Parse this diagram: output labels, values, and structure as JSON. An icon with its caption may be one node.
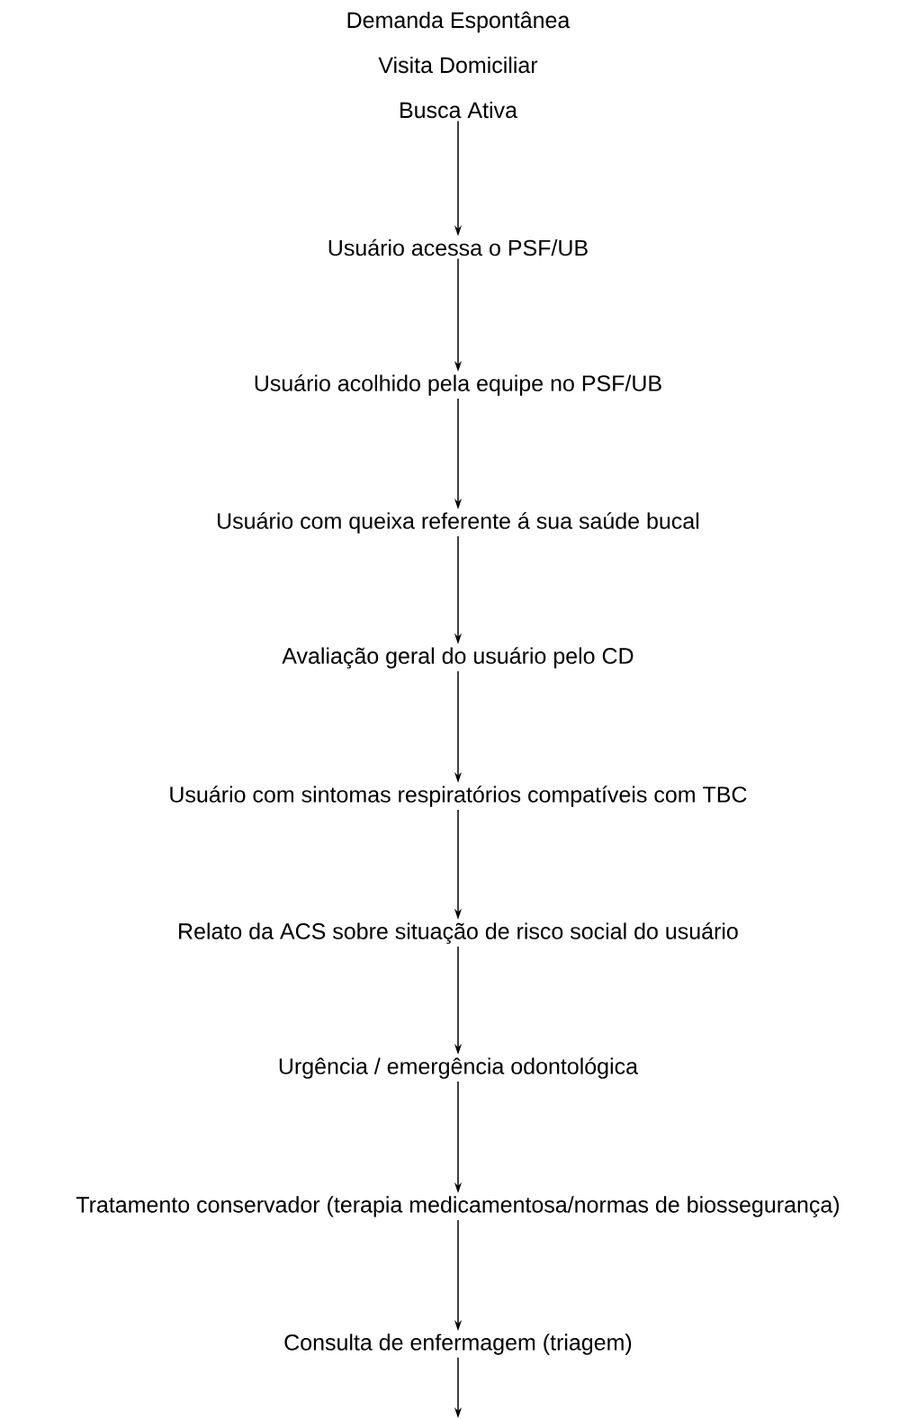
{
  "diagram": {
    "nodes": [
      {
        "text": [
          "Demanda Espontânea",
          "Visita Domiciliar",
          "Busca Ativa"
        ]
      },
      {
        "text": [
          "Usuário acessa o PSF/UB"
        ]
      },
      {
        "text": [
          "Usuário acolhido pela equipe no PSF/UB"
        ]
      },
      {
        "text": [
          "Usuário com queixa referente á sua saúde bucal"
        ]
      },
      {
        "text": [
          "Avaliação geral do usuário pelo CD"
        ]
      },
      {
        "text": [
          "Usuário com sintomas respiratórios compatíveis com TBC"
        ]
      },
      {
        "text": [
          "Relato da ACS sobre situação de risco social do usuário"
        ]
      },
      {
        "text": [
          "Urgência / emergência odontológica"
        ]
      },
      {
        "text": [
          "Tratamento conservador (terapia medicamentosa/normas de biossegurança)"
        ]
      },
      {
        "text": [
          "Consulta de enfermagem (triagem)"
        ]
      }
    ],
    "edges": [
      {
        "from": 0,
        "to": 1,
        "arrow": "to"
      },
      {
        "from": 1,
        "to": 2,
        "arrow": "to"
      },
      {
        "from": 2,
        "to": 3,
        "arrow": "to"
      },
      {
        "from": 3,
        "to": 4,
        "arrow": "to"
      },
      {
        "from": 4,
        "to": 5,
        "arrow": "to"
      },
      {
        "from": 5,
        "to": 6,
        "arrow": "to"
      },
      {
        "from": 6,
        "to": 7,
        "arrow": "to"
      },
      {
        "from": 7,
        "to": 8,
        "arrow": "to"
      },
      {
        "from": 8,
        "to": 9,
        "arrow": "to"
      },
      {
        "from": 9,
        "to": null,
        "arrow": "to"
      }
    ]
  }
}
